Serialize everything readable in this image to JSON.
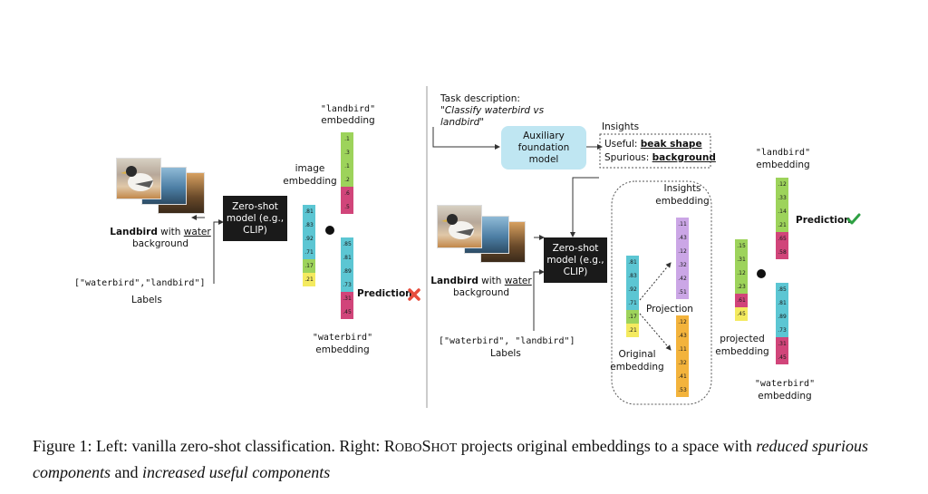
{
  "colors": {
    "green": "#9dd35b",
    "yellow": "#f4ea5f",
    "magenta": "#d1457a",
    "cyan": "#5cc6d3",
    "orange": "#f3b33c",
    "lavender": "#cba6e6",
    "model_box": "#1a1a1a",
    "aux_box": "#bfe6f2",
    "cross": "#e74c3c",
    "check": "#2ea043"
  },
  "left": {
    "landbird_emb_label_1": "\"landbird\"",
    "landbird_emb_label_2": "embedding",
    "image_emb_label_1": "image",
    "image_emb_label_2": "embedding",
    "input_bold": "Landbird",
    "input_with": " with ",
    "input_water": "water",
    "input_bg": "background",
    "model_label_1": "Zero-shot",
    "model_label_2": "model (e.g.,",
    "model_label_3": "CLIP)",
    "labels_list": "[\"waterbird\",\"landbird\"]",
    "labels_word": "Labels",
    "waterbird_emb_label_1": "\"waterbird\"",
    "waterbird_emb_label_2": "embedding",
    "prediction": "Prediction",
    "landbird_vec": [
      ".1",
      ".3",
      ".1",
      ".2",
      ".6",
      ".5"
    ],
    "image_vec": [
      ".81",
      ".83",
      ".92",
      ".71",
      ".17",
      ".21"
    ],
    "waterbird_vec": [
      ".85",
      ".81",
      ".89",
      ".73",
      ".31",
      ".45"
    ]
  },
  "right": {
    "task_label": "Task description:",
    "task_text_1": "\"Classify waterbird vs",
    "task_text_2": "landbird\"",
    "aux_1": "Auxiliary",
    "aux_2": "foundation",
    "aux_3": "model",
    "insights_title": "Insights",
    "useful_label": "Useful: ",
    "useful_value": "beak shape",
    "spurious_label": "Spurious: ",
    "spurious_value": "background",
    "input_bold": "Landbird",
    "input_with": " with ",
    "input_water": "water",
    "input_bg": "background",
    "model_label_1": "Zero-shot",
    "model_label_2": "model (e.g.,",
    "model_label_3": "CLIP)",
    "labels_list": "[\"waterbird\", \"landbird\"]",
    "labels_word": "Labels",
    "insights_emb_1": "Insights",
    "insights_emb_2": "embedding",
    "projection": "Projection",
    "original_1": "Original",
    "original_2": "embedding",
    "projected_1": "projected",
    "projected_2": "embedding",
    "landbird_emb_label_1": "\"landbird\"",
    "landbird_emb_label_2": "embedding",
    "waterbird_emb_label_1": "\"waterbird\"",
    "waterbird_emb_label_2": "embedding",
    "prediction": "Prediction",
    "original_vec": [
      ".81",
      ".83",
      ".92",
      ".71",
      ".17",
      ".21"
    ],
    "insight_purple_vec": [
      ".11",
      ".43",
      ".12",
      ".32",
      ".42",
      ".51"
    ],
    "insight_orange_vec": [
      ".12",
      ".43",
      ".11",
      ".32",
      ".41",
      ".53"
    ],
    "projected_vec": [
      ".15",
      ".31",
      ".12",
      ".23",
      ".61",
      ".45"
    ],
    "landbird_vec": [
      ".12",
      ".33",
      ".14",
      ".21",
      ".65",
      ".58"
    ],
    "waterbird_vec": [
      ".85",
      ".81",
      ".89",
      ".73",
      ".31",
      ".45"
    ]
  },
  "caption": {
    "prefix": "Figure 1: Left: vanilla zero-shot classification. Right: ",
    "robo_r": "R",
    "robo_obo": "OBO",
    "robo_s": "S",
    "robo_hot": "HOT",
    "middle": " projects original embeddings to a space with ",
    "italic1": "reduced spurious components",
    "and": " and ",
    "italic2": "increased useful components"
  }
}
